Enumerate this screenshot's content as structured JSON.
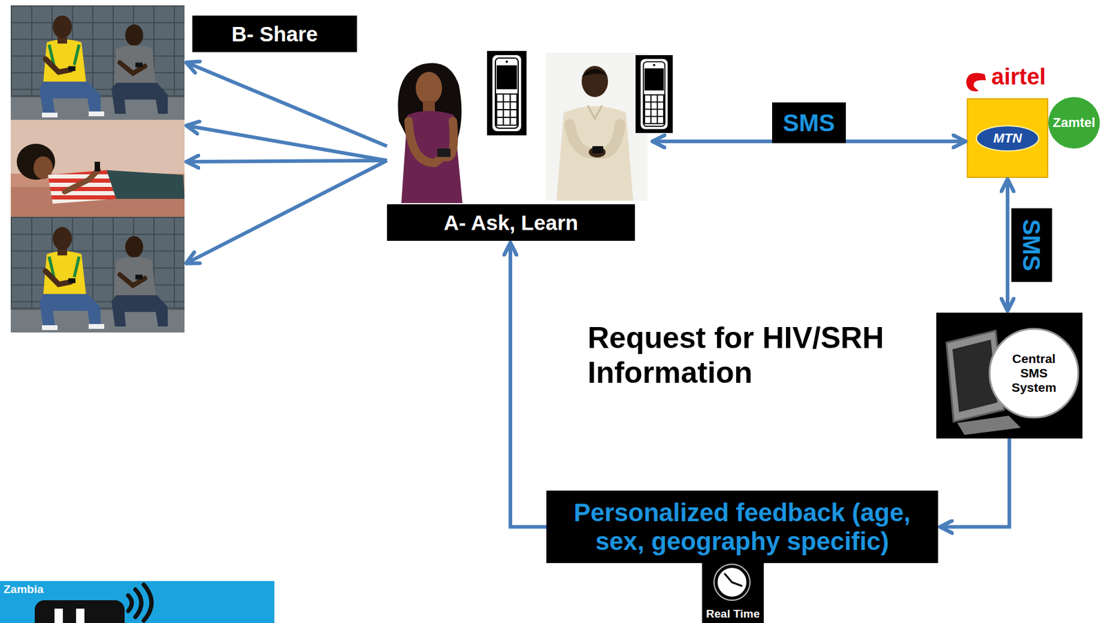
{
  "diagram": {
    "nodes": [
      {
        "text": [
          "B- Share"
        ]
      },
      {
        "text": [
          "A- Ask, Learn"
        ]
      },
      {
        "text": [
          "MTN"
        ]
      },
      {
        "text": [
          "Zamtel"
        ]
      },
      {
        "text": [
          "Central SMS System"
        ]
      },
      {
        "text": [
          "Personalized feedback (age, sex, geography specific)"
        ]
      },
      {
        "text": [
          "Real Time"
        ]
      }
    ],
    "edges": [
      {
        "from": 1,
        "to": 0,
        "arrow": "to"
      },
      {
        "from": 1,
        "to": 0,
        "arrow": "to"
      },
      {
        "from": 1,
        "to": 0,
        "arrow": "to"
      },
      {
        "from": 1,
        "to": 0,
        "arrow": "to"
      },
      {
        "from": 1,
        "to": 2,
        "label": "SMS",
        "arrow": "both"
      },
      {
        "from": 2,
        "to": 4,
        "label": "SMS",
        "arrow": "both"
      },
      {
        "from": 4,
        "to": 5,
        "arrow": "to"
      },
      {
        "from": 5,
        "to": 1,
        "arrow": "to"
      }
    ],
    "labels": [
      "airtel",
      "Request for HIV/SRH Information",
      "Zambia"
    ]
  }
}
